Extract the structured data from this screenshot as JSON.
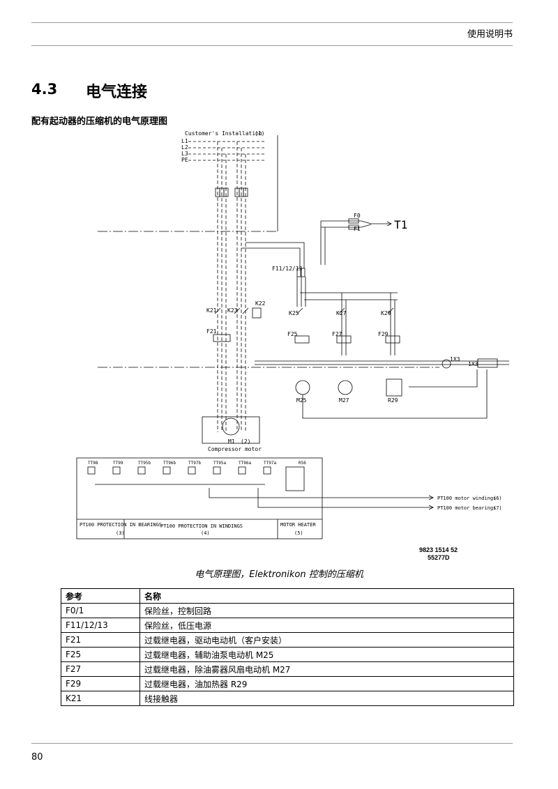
{
  "header": {
    "doc_title": "使用说明书"
  },
  "section": {
    "number": "4.3",
    "title": "电气连接"
  },
  "subheading": "配有起动器的压缩机的电气原理图",
  "diagram": {
    "customer_installation": "Customer's Installation",
    "n1": "(1)",
    "lines": [
      "L1",
      "L2",
      "L3",
      "PE"
    ],
    "t1": "T1",
    "f0": "F0",
    "f1": "F1",
    "f11": "F11/12/13",
    "k21": "K21",
    "k23": "K23",
    "k22": "K22",
    "f21": "F21",
    "k25": "K25",
    "k27": "K27",
    "k29": "K29",
    "f25": "F25",
    "f27": "F27",
    "f29": "F29",
    "m25": "M25",
    "m27": "M27",
    "r29": "R29",
    "x3a": "1X3",
    "x3b": "1X3",
    "m1": "M1",
    "n2": "(2)",
    "compressor_motor": "Compressor motor",
    "sensors": [
      "TT98",
      "TT99",
      "TT95b",
      "TT96b",
      "TT97b",
      "TT95a",
      "TT96a",
      "TT97a"
    ],
    "r56": "R56",
    "pt100_bearings_box": "PT100 PROTECTION IN BEARINGS",
    "n3": "(3)",
    "pt100_windings_box": "PT100 PROTECTION IN WINDINGS",
    "n4": "(4)",
    "motor_heater": "MOTOR HEATER",
    "n5": "(5)",
    "pt100_windings_out": "PT100 motor windings",
    "n6": "(6)",
    "pt100_bearings_out": "PT100 motor bearings",
    "n7": "(7)"
  },
  "doc_number": {
    "line1": "9823 1514 52",
    "line2": "55277D"
  },
  "caption": "电气原理图，Elektronikon 控制的压缩机",
  "table": {
    "headers": [
      "参考",
      "名称"
    ],
    "rows": [
      [
        "F0/1",
        "保险丝，控制回路"
      ],
      [
        "F11/12/13",
        "保险丝，低压电源"
      ],
      [
        "F21",
        "过载继电器，驱动电动机（客户安装）"
      ],
      [
        "F25",
        "过载继电器，辅助油泵电动机 M25"
      ],
      [
        "F27",
        "过载继电器，除油雾器风扇电动机 M27"
      ],
      [
        "F29",
        "过载继电器，油加热器 R29"
      ],
      [
        "K21",
        "线接触器"
      ]
    ]
  },
  "page_number": "80"
}
